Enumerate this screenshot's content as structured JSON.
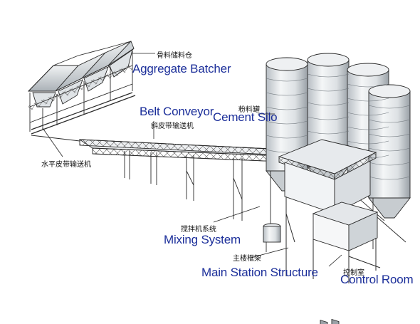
{
  "diagram": {
    "labels": {
      "aggregate_cn": "骨料储料仓",
      "aggregate_en": "Aggregate Batcher",
      "belt_en": "Belt Conveyor",
      "belt_cn": "斜皮带输送机",
      "silo_cn": "粉料罐",
      "silo_en": "Cement Silo",
      "horizontal_belt_cn": "水平皮带输送机",
      "mixing_cn": "搅拌机系统",
      "mixing_en": "Mixing System",
      "frame_cn": "主楼框架",
      "frame_en": "Main Station Structure",
      "control_cn": "控制室",
      "control_en": "Control Room"
    },
    "colors": {
      "label_text": "#1c2f9a",
      "line": "#2a2a2a",
      "metal_light": "#e9ecef",
      "metal_dark": "#8d949b"
    }
  }
}
